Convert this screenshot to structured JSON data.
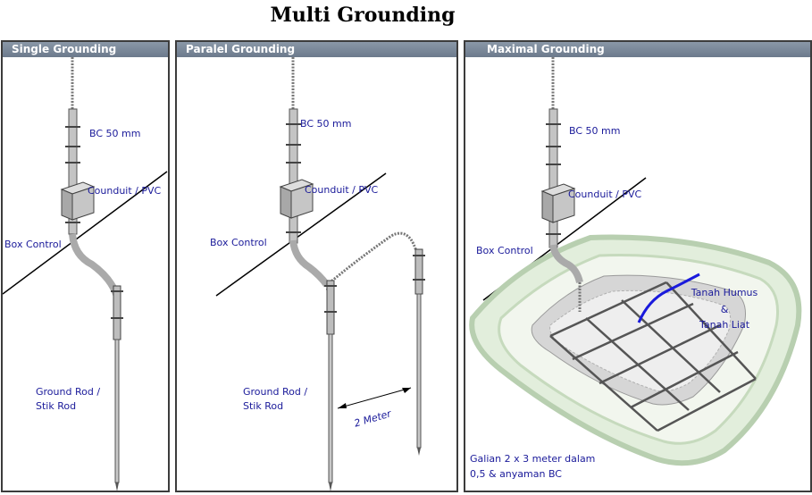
{
  "title": "Multi Grounding",
  "panels": [
    {
      "header": "Single Grounding",
      "labels": {
        "cable": "BC 50 mm",
        "conduit": "Counduit / PVC",
        "box": "Box Control",
        "rod_line1": "Ground Rod /",
        "rod_line2": "Stik Rod"
      }
    },
    {
      "header": "Paralel Grounding",
      "labels": {
        "cable": "BC 50 mm",
        "conduit": "Counduit / PVC",
        "box": "Box Control",
        "rod_line1": "Ground Rod /",
        "rod_line2": "Stik Rod",
        "distance": "2 Meter"
      }
    },
    {
      "header": "Maximal Grounding",
      "labels": {
        "cable": "BC 50 mm",
        "conduit": "Counduit / PVC",
        "box": "Box Control",
        "soil_line1": "Tanah Humus",
        "soil_line2": "&",
        "soil_line3": "Tanah Liat",
        "pit_line1": "Galian 2 x 3 meter dalam",
        "pit_line2": "0,5 & anyaman BC"
      }
    }
  ],
  "colors": {
    "label_text": "#1a1a9a",
    "header_bg": "#7a8898",
    "pit_fill": "#e2eedc",
    "pit_edge": "#b8cfb0",
    "soil_marker": "#1a1adc"
  }
}
